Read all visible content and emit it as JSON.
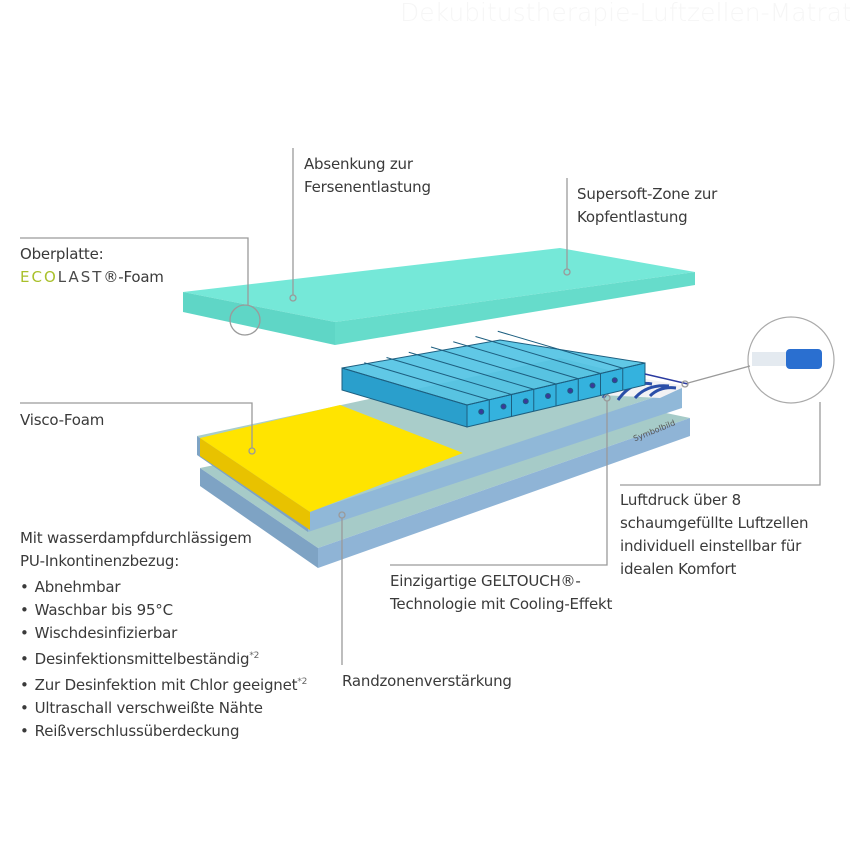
{
  "title": "Dekubitustherapie-Luftzellen-Matratze",
  "labels": {
    "heel": [
      "Absenkung zur",
      "Fersenentlastung"
    ],
    "head": [
      "Supersoft-Zone zur",
      "Kopfentlastung"
    ],
    "top_plate": {
      "line1": "Oberplatte:",
      "brand_eco": "ECO",
      "brand_last": "LAST",
      "reg": "®",
      "suffix": "-Foam"
    },
    "visco": "Visco-Foam",
    "cover": {
      "intro": [
        "Mit wasserdampfdurchlässigem",
        "PU-Inkontinenzbezug:"
      ],
      "bullets": [
        {
          "text": "Abnehmbar"
        },
        {
          "text": "Waschbar bis 95°C"
        },
        {
          "text": "Wischdesinfizierbar"
        },
        {
          "text": "Desinfektionsmittelbeständig",
          "note": "*2"
        },
        {
          "text": "Zur Desinfektion mit Chlor geeignet",
          "note": "*2"
        },
        {
          "text": "Ultraschall verschweißte Nähte"
        },
        {
          "text": "Reißverschlussüberdeckung"
        }
      ]
    },
    "air": [
      "Luftdruck über 8",
      "schaumgefüllte Luftzellen",
      "individuell einstellbar für",
      "idealen Komfort"
    ],
    "geltouch": [
      "Einzigartige GELTOUCH®-",
      "Technologie mit Cooling-Effekt"
    ],
    "edge": "Randzonenverstärkung",
    "symbol": "Symbolbild"
  },
  "colors": {
    "aqua": "#72e6d6",
    "yellow": "#ffe400",
    "slab": "#8fb7d3",
    "cells": "#2aa9d6",
    "eco": "#a9c02b",
    "leader": "#9a9a9a"
  }
}
